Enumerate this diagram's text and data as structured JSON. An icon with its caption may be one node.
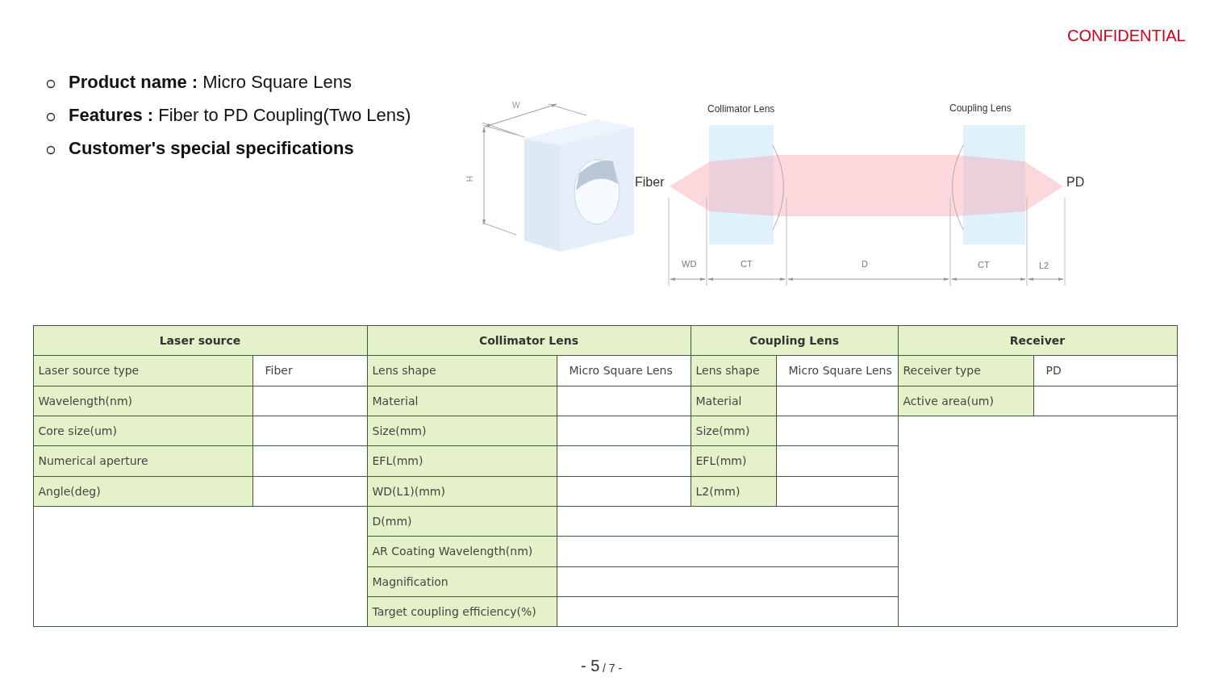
{
  "diagram": {
    "labels": [
      "CONFIDENTIAL",
      "**Product name :** Micro Square Lens",
      "**Features :** Fiber to PD Coupling(Two Lens)",
      "**Customer's special specifications**",
      "W",
      "H",
      "Collimator Lens",
      "Coupling Lens",
      "Fiber",
      "PD",
      "WD",
      "CT",
      "D",
      "CT",
      "L2",
      "Laser source",
      "Collimator Lens",
      "Coupling Lens",
      "Receiver",
      "Laser source type",
      "Fiber",
      "Lens shape",
      "Micro Square Lens",
      "Lens shape",
      "Micro Square Lens",
      "Receiver type",
      "PD",
      "Wavelength(nm)",
      "Material",
      "Material",
      "Active area(um)",
      "Core size(um)",
      "Size(mm)",
      "Size(mm)",
      "Numerical aperture",
      "EFL(mm)",
      "EFL(mm)",
      "Angle(deg)",
      "WD(L1)(mm)",
      "L2(mm)",
      "D(mm)",
      "AR Coating Wavelength(nm)",
      "Magnification",
      "Target coupling efficiency(%)",
      "- 5",
      "/ 7 -"
    ]
  }
}
